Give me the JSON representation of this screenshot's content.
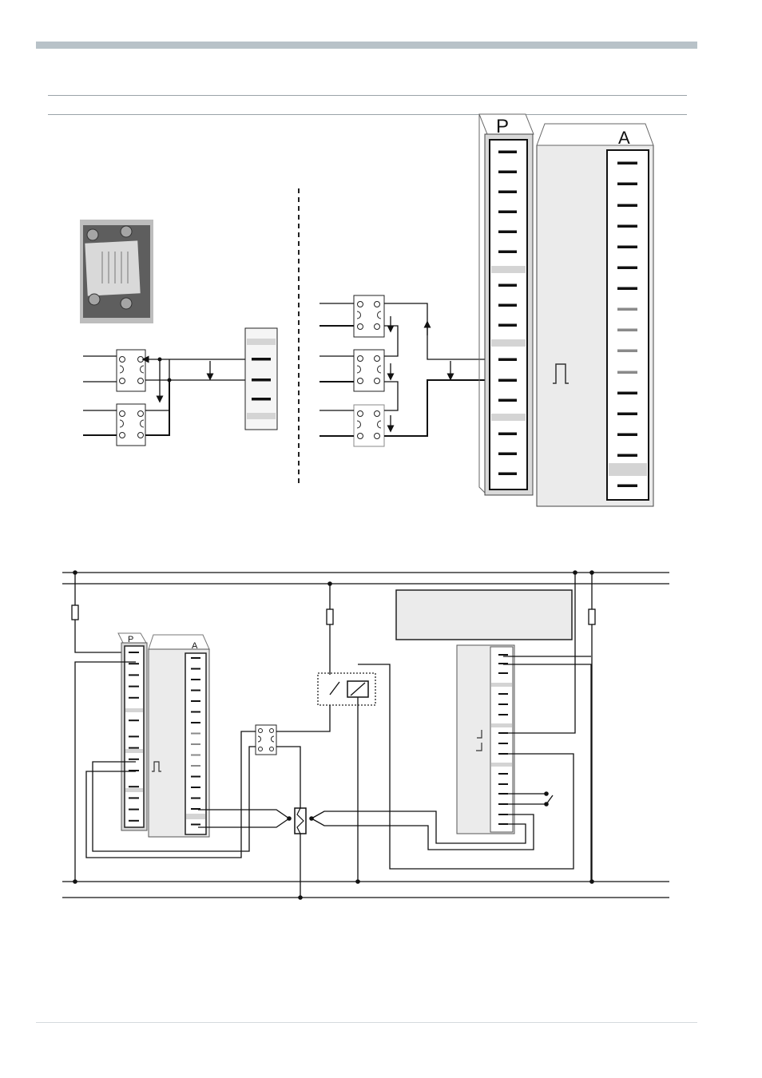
{
  "labels": {
    "panel_p_big": "P",
    "panel_a_big": "A",
    "panel_p_small": "P",
    "panel_a_small": "A"
  },
  "colors": {
    "header_bar": "#b8c2c8",
    "panel_fill": "#ebebeb",
    "terminal": "#111111",
    "gray_terminal": "#8a8a8a",
    "separator": "#d4d4d4"
  },
  "icons": {
    "ssr_photo": "solid-state-relay-photo-icon",
    "fuse": "fuse-icon",
    "relay_coil": "relay-coil-icon",
    "heater": "heater-element-icon",
    "switch": "switch-contact-icon",
    "pulse_symbol": "pulse-output-icon"
  }
}
